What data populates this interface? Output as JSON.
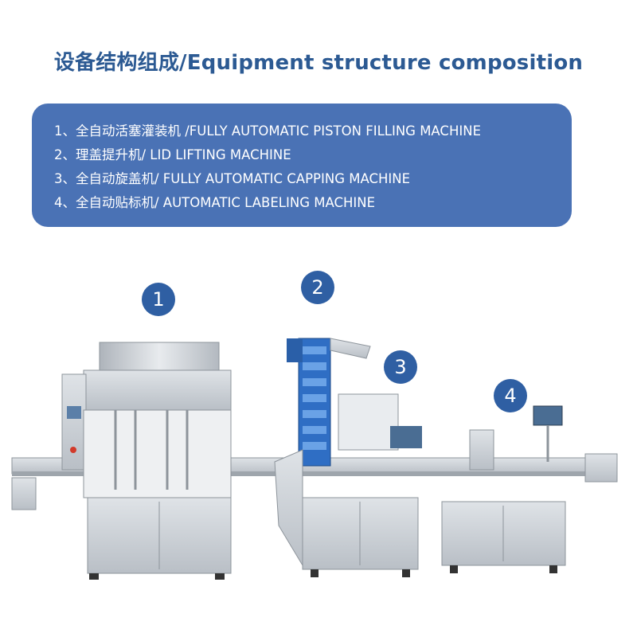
{
  "title": "设备结构组成/Equipment structure composition",
  "components": [
    {
      "text": "1、全自动活塞灌装机 /FULLY AUTOMATIC PISTON FILLING MACHINE"
    },
    {
      "text": "2、理盖提升机/ LID LIFTING MACHINE"
    },
    {
      "text": "3、全自动旋盖机/ FULLY AUTOMATIC CAPPING MACHINE"
    },
    {
      "text": "4、全自动贴标机/ AUTOMATIC LABELING MACHINE"
    }
  ],
  "badges": [
    "1",
    "2",
    "3",
    "4"
  ],
  "colors": {
    "title": "#2c5a93",
    "panel": "#4a72b5",
    "badge": "#2f5fa3",
    "steel": "#c9ced4",
    "elevator": "#2f6ec4"
  }
}
